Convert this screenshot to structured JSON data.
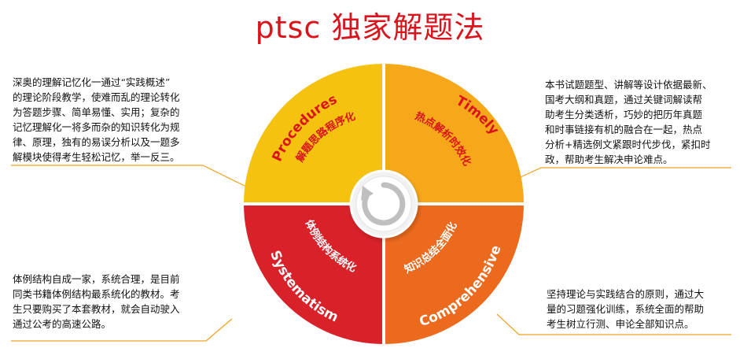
{
  "title": "ptsc 独家解题法",
  "colors": {
    "title": "#d9141c",
    "procedures": "#f4c20f",
    "timely": "#f6a81a",
    "systematism": "#d9212a",
    "comprehensive": "#ec6a1e",
    "text_red": "#d9141c",
    "text_white": "#ffffff",
    "leader_line": "#f0a020"
  },
  "center_icon": "refresh-cycle-icon",
  "segments": {
    "procedures": {
      "name": "Procedures",
      "subtitle": "解题思路程序化"
    },
    "timely": {
      "name": "Timely",
      "subtitle": "热点解析时效化"
    },
    "systematism": {
      "name": "Systematism",
      "subtitle": "体例结构系统化"
    },
    "comprehensive": {
      "name": "Comprehensive",
      "subtitle": "知识总结全面化"
    }
  },
  "descriptions": {
    "procedures": [
      "深奥的理解记忆化一通过“实践概述”",
      "的理论阶段教学，使难而乱的理论转化",
      "为答题步骤、简单易懂、实用；复杂的",
      "记忆理解化一将多而杂的知识转化为规",
      "律、原理，独有的易误分析以及一题多",
      "解模块使得考生轻松记忆，举一反三。"
    ],
    "timely": [
      "本书试题题型、讲解等设计依据最新、",
      "国考大纲和真题，通过关键词解读帮",
      "助考生分类透析，巧妙的把历年真题",
      "和时事链接有机的融合在一起，热点",
      "分析+精选例文紧跟时代步伐，紧扣时",
      "政，帮助考生解决申论难点。"
    ],
    "systematism": [
      "体例结构自成一家，系统合理，是目前",
      "同类书籍体例结构最系统化的教材。考",
      "生只要购买了本套教材，就会自动驶入",
      "通过公考的高速公路。"
    ],
    "comprehensive": [
      "坚持理论与实践结合的原则，通过大",
      "量的习题强化训练，系统全面的帮助",
      "考生树立行测、申论全部知识点。"
    ]
  }
}
